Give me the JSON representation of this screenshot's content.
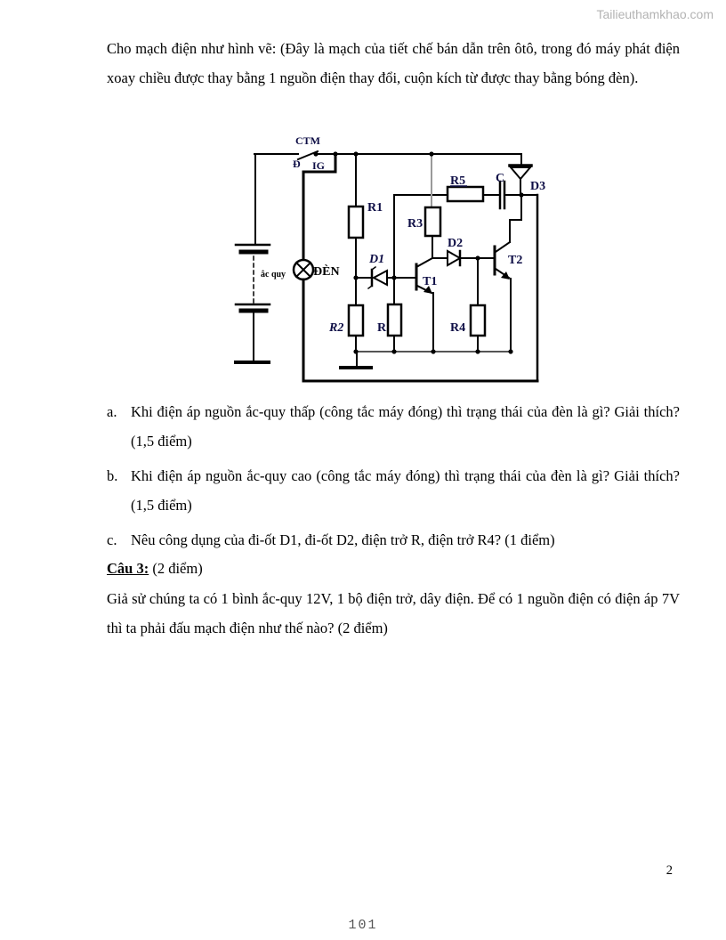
{
  "watermark": "Tailieuthamkhao.com",
  "intro": "Cho mạch điện như hình vẽ: (Đây là mạch của tiết chế bán dẫn trên ôtô, trong đó máy phát điện xoay chiều được thay bằng 1 nguồn điện thay đổi, cuộn kích từ được thay bằng bóng đèn).",
  "questions": [
    {
      "marker": "a.",
      "text": "Khi điện áp nguồn ắc-quy thấp (công tắc máy đóng) thì trạng thái của đèn là gì? Giải thích? (1,5 điểm)"
    },
    {
      "marker": "b.",
      "text": "Khi điện áp nguồn ắc-quy cao (công tắc máy đóng) thì trạng thái của đèn là gì? Giải thích? (1,5 điểm)"
    },
    {
      "marker": "c.",
      "text": "Nêu công dụng của đi-ốt D1, đi-ốt D2, điện trở R, điện trở R4? (1 điểm)"
    }
  ],
  "cau3": {
    "label": "Câu 3:",
    "suffix": " (2 điểm)",
    "body": "Giả sử chúng ta có 1 bình ắc-quy 12V, 1 bộ điện trở, dây điện. Để có 1 nguồn điện có điện áp 7V thì ta phải đấu mạch điện như thế nào? (2 điểm)"
  },
  "page_number": "2",
  "footer_number": "101",
  "circuit": {
    "labels": {
      "switch": "CTM",
      "d_terminal": "Đ",
      "ig_terminal": "IG",
      "r1": "R1",
      "r2": "R2",
      "r3": "R3",
      "r4": "R4",
      "r5": "R5",
      "r": "R",
      "c": "C",
      "d1": "D1",
      "d2": "D2",
      "d3": "D3",
      "t1": "T1",
      "t2": "T2",
      "lamp": "ĐÈN",
      "battery": "ắc quy"
    },
    "colors": {
      "wire": "#000000",
      "label": "#0d0d45",
      "faint_wire": "#9a9a9a"
    }
  }
}
